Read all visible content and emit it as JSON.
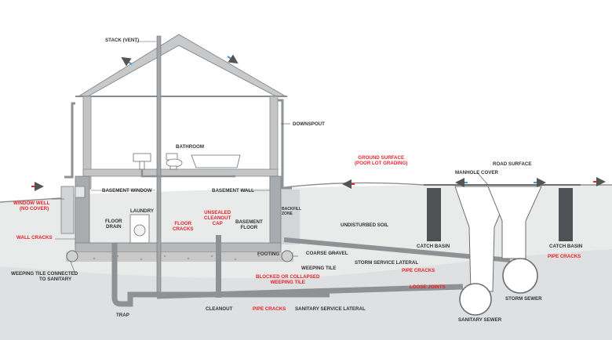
{
  "colors": {
    "soil": "#e9eaea",
    "soil_dark": "#c9cbcc",
    "house_wall": "#c2c4c6",
    "foundation": "#a9acae",
    "pipe": "#8f9294",
    "pipe_dark": "#5e6163",
    "catch_basin": "#4f5254",
    "gravel": "#c9c9c9",
    "warning_text": "#e8242b",
    "label_text": "#333333",
    "air_arrow_blue": "#35a0d6",
    "air_arrow_red": "#e8242b"
  },
  "labels": {
    "stack_vent": "STACK (VENT)",
    "downspout": "DOWNSPOUT",
    "bathroom": "BATHROOM",
    "basement_window": "BASEMENT WINDOW",
    "basement_wall": "BASEMENT WALL",
    "window_well_1": "WINDOW WELL",
    "window_well_2": "(NO COVER)",
    "wall_cracks": "WALL CRACKS",
    "floor_drain_1": "FLOOR",
    "floor_drain_2": "DRAIN",
    "laundry": "LAUNDRY",
    "floor_cracks_1": "FLOOR",
    "floor_cracks_2": "CRACKS",
    "unsealed_cap_1": "UNSEALED",
    "unsealed_cap_2": "CLEANOUT",
    "unsealed_cap_3": "CAP",
    "basement_floor_1": "BASEMENT",
    "basement_floor_2": "FLOOR",
    "backfill_zone_1": "BACKFILL",
    "backfill_zone_2": "ZONE",
    "footing": "FOOTING",
    "coarse_gravel": "COARSE GRAVEL",
    "weeping_tile": "WEEPING TILE",
    "blocked_tile_1": "BLOCKED OR COLLAPSED",
    "blocked_tile_2": "WEEPING TILE",
    "weeping_connected_1": "WEEPING TILE CONNECTED",
    "weeping_connected_2": "TO SANITARY",
    "trap": "TRAP",
    "cleanout": "CLEANOUT",
    "pipe_cracks_sanitary": "PIPE CRACKS",
    "sanitary_lateral": "SANITARY SERVICE LATERAL",
    "ground_surface_1": "GROUND SURFACE",
    "ground_surface_2": "(POOR LOT GRADING)",
    "undisturbed_soil": "UNDISTURBED SOIL",
    "storm_lateral": "STORM SERVICE LATERAL",
    "pipe_cracks_storm": "PIPE CRACKS",
    "loose_joints": "LOOSE JOINTS",
    "road_surface": "ROAD SURFACE",
    "manhole_cover": "MANHOLE COVER",
    "catch_basin_left": "CATCH BASIN",
    "catch_basin_right": "CATCH BASIN",
    "pipe_cracks_right": "PIPE CRACKS",
    "storm_sewer": "STORM SEWER",
    "sanitary_sewer": "SANITARY SEWER"
  }
}
